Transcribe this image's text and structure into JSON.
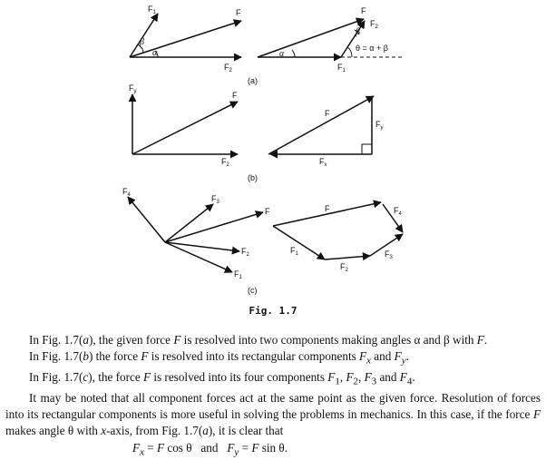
{
  "figure": {
    "part_a": {
      "label": "(a)",
      "left": {
        "f1": "F",
        "f1_sub": "1",
        "f": "F",
        "f2": "F",
        "f2_sub": "2",
        "beta": "β",
        "alpha": "α"
      },
      "right": {
        "f": "F",
        "f2": "F",
        "f2_sub": "2",
        "f1": "F",
        "f1_sub": "1",
        "beta": "β",
        "alpha": "α",
        "theta_eq": "θ = α + β"
      }
    },
    "part_b": {
      "label": "(b)",
      "left": {
        "fy": "F",
        "fy_sub": "y",
        "f": "F",
        "f2": "F",
        "f2_sub": "2"
      },
      "right": {
        "f": "F",
        "fy": "F",
        "fy_sub": "y",
        "fx": "F",
        "fx_sub": "x"
      }
    },
    "part_c": {
      "label": "(c)",
      "left": {
        "f4": "F",
        "f4_sub": "4",
        "f3": "F",
        "f3_sub": "3",
        "f": "F",
        "f2": "F",
        "f2_sub": "2",
        "f1": "F",
        "f1_sub": "1"
      },
      "right": {
        "f": "F",
        "f4": "F",
        "f4_sub": "4",
        "f1": "F",
        "f1_sub": "1",
        "f3": "F",
        "f3_sub": "3",
        "f2": "F",
        "f2_sub": "2"
      }
    },
    "caption": "Fig.  1.7"
  },
  "text": {
    "p1": {
      "t1": "In Fig. 1.7(",
      "a": "a",
      "t2": "), the given force ",
      "F1": "F",
      "t3": " is resolved into two components making angles α and β with ",
      "F2": "F",
      "t4": "."
    },
    "p2": {
      "t1": "In Fig. 1.7(",
      "b": "b",
      "t2": ") the force ",
      "F1": "F",
      "t3": " is resolved into its rectangular components ",
      "Fx": "F",
      "x": "x",
      "t4": " and ",
      "Fy": "F",
      "y": "y",
      "t5": "."
    },
    "p3": {
      "t1": "In Fig. 1.7(",
      "c": "c",
      "t2": "), the force ",
      "F1": "F",
      "t3": " is resolved into its four components ",
      "c1": "F",
      "s1": "1",
      "sep1": ", ",
      "c2": "F",
      "s2": "2",
      "sep2": ", ",
      "c3": "F",
      "s3": "3",
      "t4": " and ",
      "c4": "F",
      "s4": "4",
      "t5": "."
    },
    "p4": {
      "t1": "It may be noted that all component forces act at the same point as the given force. Resolution of forces into its rectangular components is more useful in solving the problems in mechanics. In this case, if the force ",
      "F": "F",
      "t2": " makes angle θ with ",
      "x": "x",
      "t3": "-axis, from Fig. 1.7(",
      "a": "a",
      "t4": "), it is clear that"
    },
    "eq": {
      "Fx": "F",
      "x": "x",
      "t1": " = ",
      "F1": "F",
      "t2": " cos θ   and   ",
      "Fy": "F",
      "y": "y",
      "t3": " = ",
      "F2": "F",
      "t4": " sin θ."
    }
  }
}
